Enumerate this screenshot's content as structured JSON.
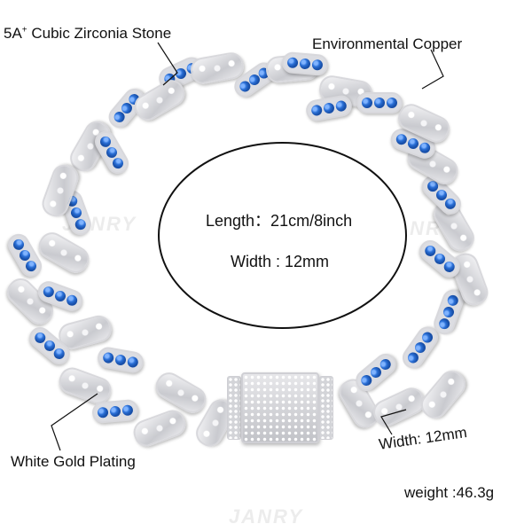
{
  "labels": {
    "stone": {
      "text": "5A",
      "sup": "+",
      "rest": " Cubic Zirconia Stone"
    },
    "material": "Environmental Copper",
    "plating": "White Gold Plating",
    "width_callout": "Width: 12mm",
    "weight": "weight :46.3g"
  },
  "specs": {
    "length": "Length：21cm/8inch",
    "width": "Width : 12mm"
  },
  "watermark": "JANRY",
  "colors": {
    "blue_stone": "#2a6fd6",
    "silver": "#d8d8dc",
    "outline": "#111111",
    "background": "#ffffff"
  },
  "product": {
    "type": "cuban link bracelet",
    "stones": [
      "blue",
      "white"
    ],
    "clasp": "pave box clasp"
  }
}
